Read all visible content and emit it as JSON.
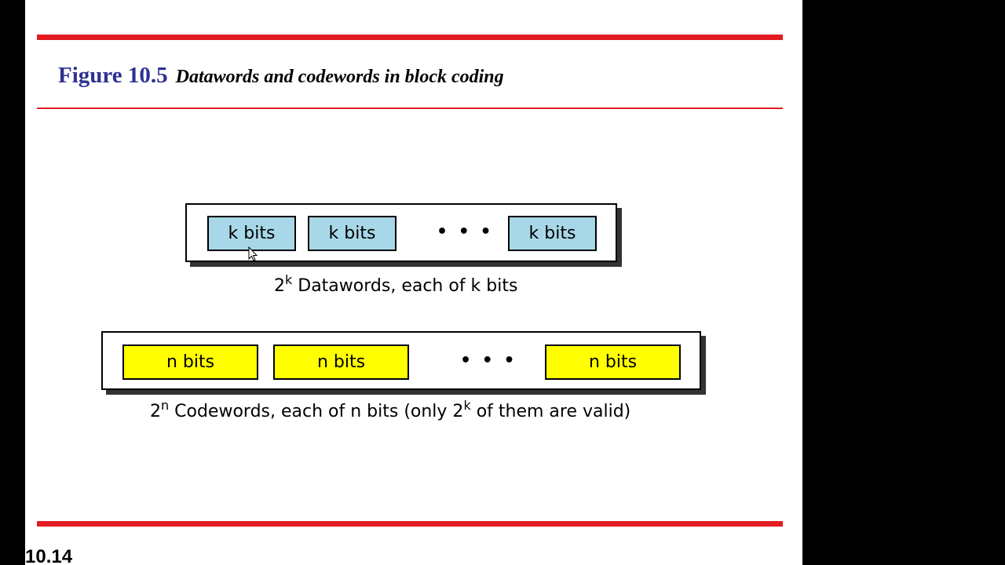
{
  "figure": {
    "label": "Figure 10.5",
    "caption": "Datawords and codewords in block coding"
  },
  "datawords": {
    "cells": [
      "k bits",
      "k bits",
      "k bits"
    ],
    "ellipsis": "• • •",
    "caption_base": "2",
    "caption_exp": "k",
    "caption_rest": " Datawords, each of k bits",
    "cell_color": "#a8d8e8"
  },
  "codewords": {
    "cells": [
      "n bits",
      "n bits",
      "n bits"
    ],
    "ellipsis": "• • •",
    "caption_base": "2",
    "caption_exp": "n",
    "caption_mid": " Codewords, each of n bits (only 2",
    "caption_exp2": "k",
    "caption_rest": " of them are valid)",
    "cell_color": "#ffff00"
  },
  "page_number": "10.14",
  "colors": {
    "accent_rule": "#e31b23",
    "figure_label": "#2e3192"
  },
  "icons": {
    "pointer": "mouse-pointer-icon"
  }
}
